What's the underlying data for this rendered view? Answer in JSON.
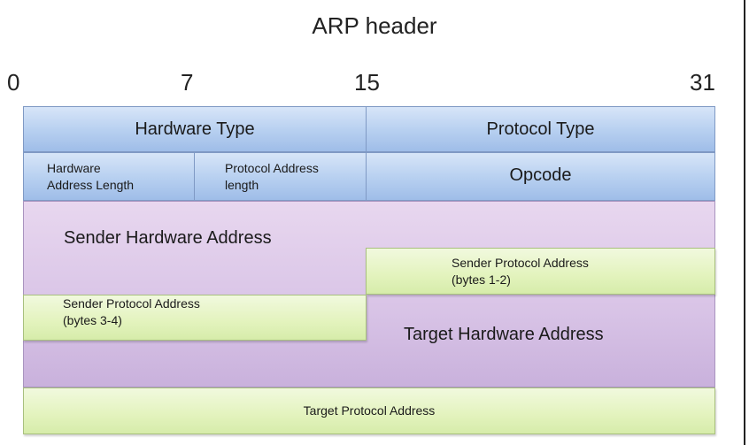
{
  "title": "ARP header",
  "bit_markers": [
    "0",
    "7",
    "15",
    "31"
  ],
  "fields": {
    "hardware_type": "Hardware Type",
    "protocol_type": "Protocol Type",
    "hardware_address_length": [
      "Hardware",
      "Address Length"
    ],
    "protocol_address_length": [
      "Protocol Address",
      "length"
    ],
    "opcode": "Opcode",
    "sender_hardware_address": "Sender Hardware Address",
    "sender_protocol_address_1_2": [
      "Sender Protocol Address",
      "(bytes 1-2)"
    ],
    "sender_protocol_address_3_4": [
      "Sender Protocol Address",
      "(bytes 3-4)"
    ],
    "target_hardware_address": "Target Hardware Address",
    "target_protocol_address": "Target Protocol Address"
  },
  "colors": {
    "fixed_fields": "#b6cff0",
    "hardware_address_fields": "#d8c3e6",
    "protocol_address_fields": "#e3f3bd"
  }
}
